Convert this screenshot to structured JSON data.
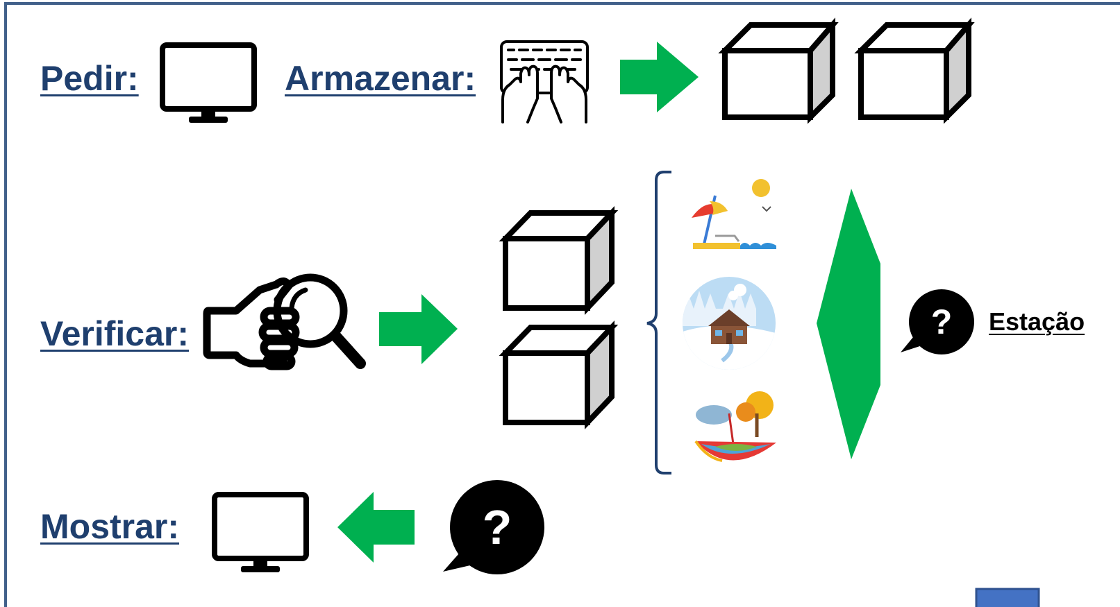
{
  "labels": {
    "pedir": "Pedir:",
    "armazenar": "Armazenar:",
    "verificar": "Verificar:",
    "mostrar": "Mostrar:",
    "estacao": "Estação"
  },
  "colors": {
    "label": "#1f3f6e",
    "frame_border": "#41608a",
    "arrow": "#00b050",
    "icon": "#000000",
    "box_side": "#d0d0d0",
    "corner_button": "#4472c4"
  },
  "icons": [
    "monitor-icon",
    "keyboard-typing-icon",
    "box-icon",
    "hand-magnifier-icon",
    "question-bubble-icon",
    "beach-summer-icon",
    "winter-cabin-icon",
    "autumn-umbrella-icon"
  ]
}
